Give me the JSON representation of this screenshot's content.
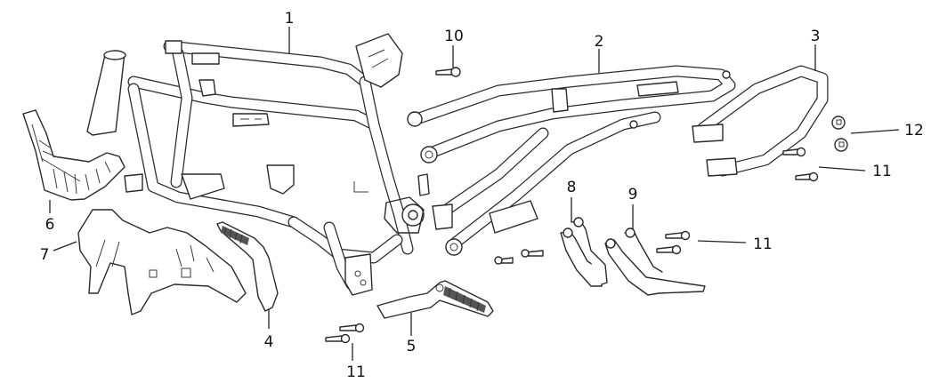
{
  "diagram": {
    "type": "exploded-parts-view",
    "subject": "motorcycle frame assembly",
    "callouts": [
      {
        "id": "1",
        "label": "1",
        "part": "main-frame"
      },
      {
        "id": "2",
        "label": "2",
        "part": "rear-subframe"
      },
      {
        "id": "3",
        "label": "3",
        "part": "grab-rail"
      },
      {
        "id": "4",
        "label": "4",
        "part": "left-front-footpeg-bracket"
      },
      {
        "id": "5",
        "label": "5",
        "part": "right-front-footpeg-bracket"
      },
      {
        "id": "6",
        "label": "6",
        "part": "front-guard"
      },
      {
        "id": "7",
        "label": "7",
        "part": "inner-cover"
      },
      {
        "id": "8",
        "label": "8",
        "part": "rear-footpeg-bracket-left"
      },
      {
        "id": "9",
        "label": "9",
        "part": "rear-footpeg-bracket-right"
      },
      {
        "id": "10",
        "label": "10",
        "part": "bolt"
      },
      {
        "id": "11a",
        "label": "11",
        "part": "screw-grab-rail"
      },
      {
        "id": "11b",
        "label": "11",
        "part": "screw-rear-bracket"
      },
      {
        "id": "11c",
        "label": "11",
        "part": "screw-footpeg"
      },
      {
        "id": "12",
        "label": "12",
        "part": "rubber-plug"
      }
    ]
  }
}
